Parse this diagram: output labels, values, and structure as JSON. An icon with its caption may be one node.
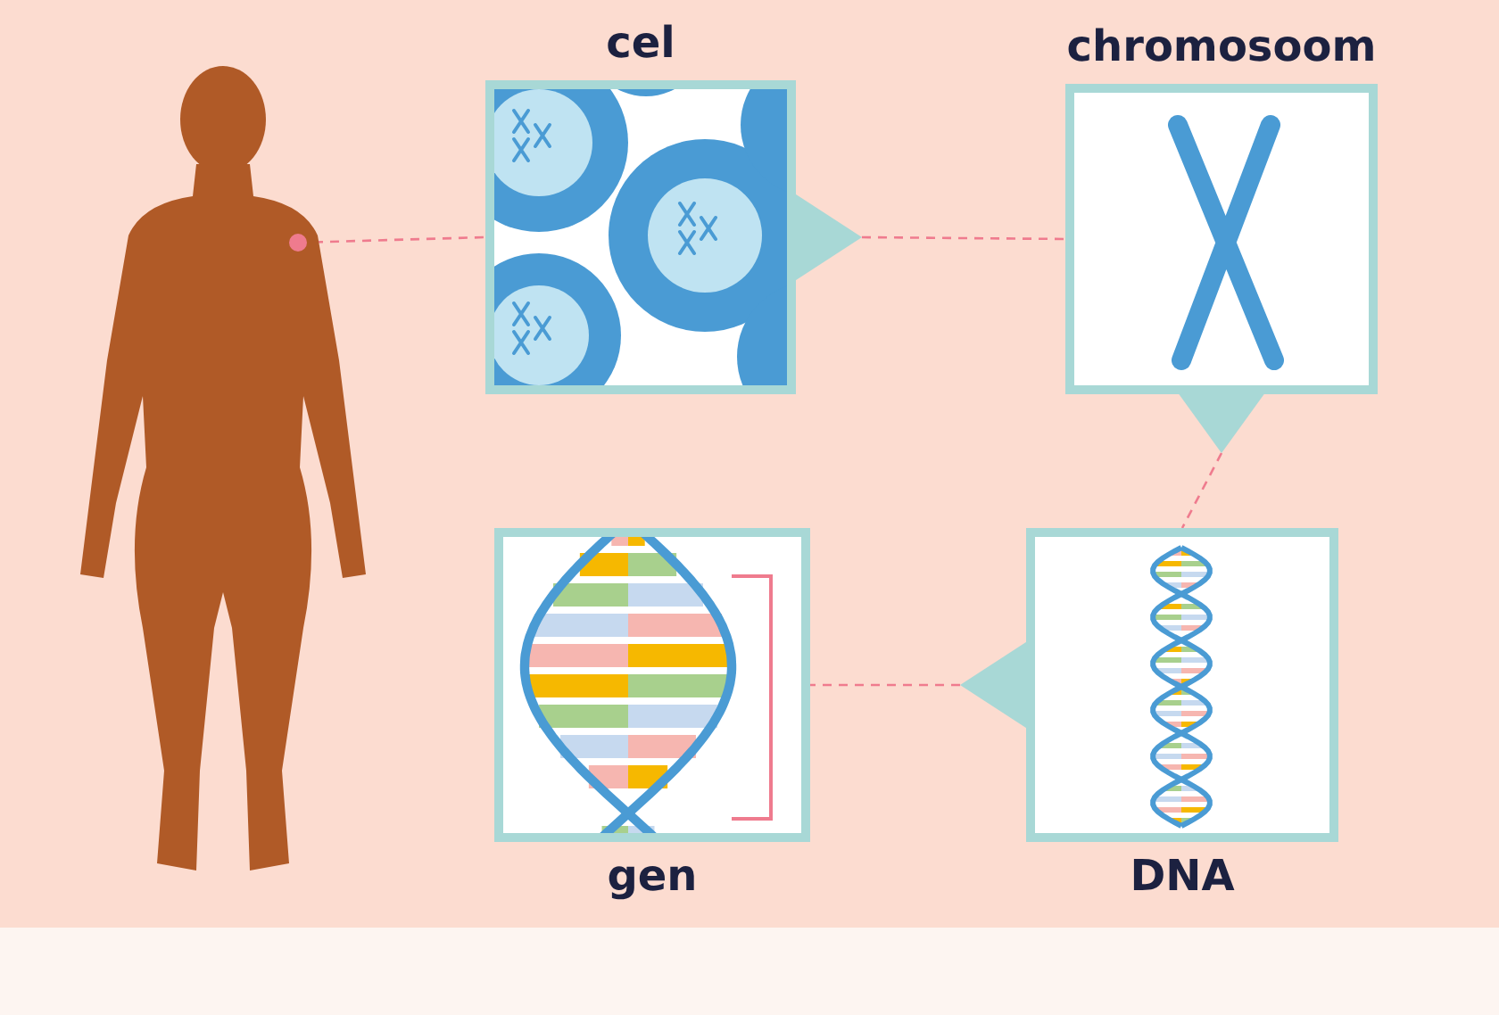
{
  "diagram": {
    "nodes": [
      {
        "text": [],
        "shape": "person"
      },
      {
        "text": [
          "cel"
        ]
      },
      {
        "text": [
          "chromosoom"
        ]
      },
      {
        "text": [
          "gen"
        ]
      },
      {
        "text": [
          "DNA"
        ]
      }
    ],
    "edges": [
      {
        "from": 0,
        "to": 1,
        "arrow": "none",
        "style": "dashed"
      },
      {
        "from": 1,
        "to": 2,
        "arrow": "none",
        "style": "dashed"
      },
      {
        "from": 2,
        "to": 4,
        "arrow": "none",
        "style": "dashed"
      },
      {
        "from": 4,
        "to": 3,
        "arrow": "none",
        "style": "dashed"
      }
    ]
  }
}
